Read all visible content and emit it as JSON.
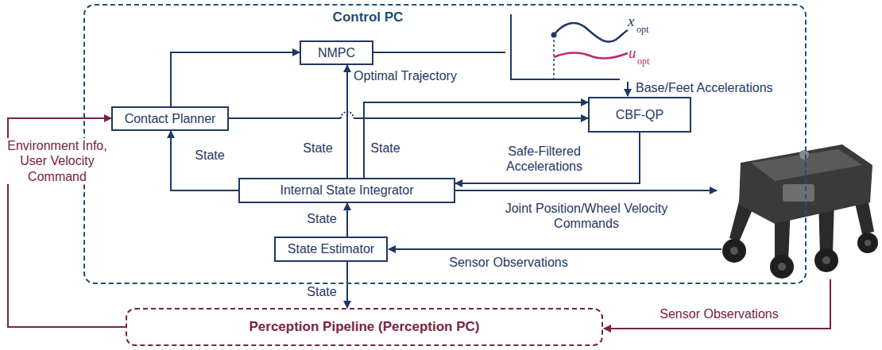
{
  "diagram": {
    "nodes": [
      {
        "text": [
          "Control PC"
        ]
      },
      {
        "text": [
          "NMPC"
        ],
        "in": 0
      },
      {
        "text": [
          "Contact Planner"
        ],
        "in": 0
      },
      {
        "text": [
          "CBF-QP"
        ],
        "in": 0
      },
      {
        "text": [
          "Internal State Integrator"
        ],
        "in": 0
      },
      {
        "text": [
          "State Estimator"
        ],
        "in": 0
      },
      {
        "text": [
          "Perception Pipeline (Perception PC)"
        ]
      }
    ],
    "edges": [
      {
        "from": 2,
        "to": 1,
        "arrow": "to"
      },
      {
        "from": 2,
        "to": 3,
        "arrow": "to"
      },
      {
        "from": 4,
        "to": 2,
        "arrow": "to",
        "label": "State"
      },
      {
        "from": 4,
        "to": 1,
        "arrow": "to",
        "label": "State"
      },
      {
        "from": 4,
        "to": 3,
        "arrow": "to",
        "label": "State"
      },
      {
        "from": 3,
        "to": 4,
        "arrow": "to",
        "label": "Safe-Filtered Accelerations"
      },
      {
        "from": 5,
        "to": 4,
        "arrow": "to",
        "label": "State"
      },
      {
        "from": 5,
        "to": 6,
        "arrow": "to",
        "label": "State"
      },
      {
        "from": 6,
        "to": 2,
        "arrow": "to",
        "label": "Environment Info, User Velocity Command"
      }
    ],
    "labels": [
      "Optimal Trajectory",
      "x",
      "opt",
      "u",
      "opt",
      "Base/Feet Accelerations",
      "Joint Position/Wheel Velocity Commands",
      "Sensor Observations",
      "Sensor Observations"
    ]
  }
}
